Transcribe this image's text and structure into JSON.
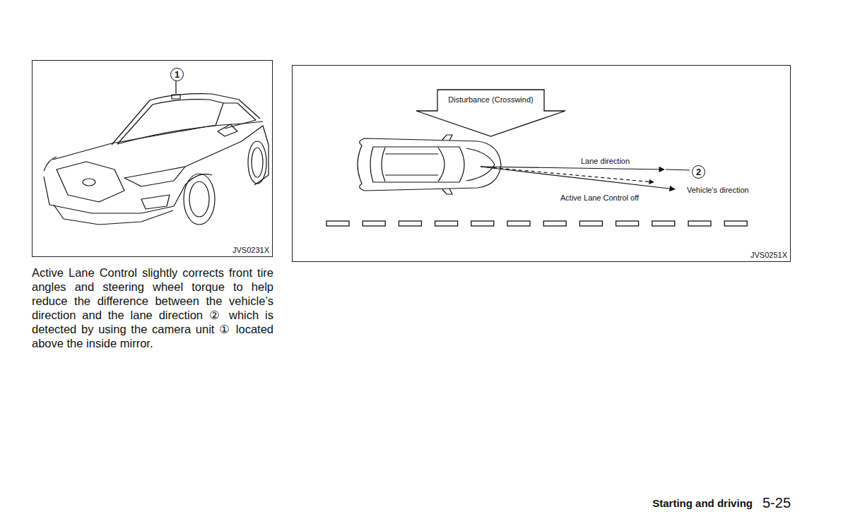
{
  "diagram": {
    "nodes": [
      {
        "text": [
          "JVS0231X"
        ]
      },
      {
        "text": [
          "1"
        ],
        "in": 0
      },
      {
        "text": [
          "JVS0251X"
        ]
      },
      {
        "text": [
          "Disturbance (Crosswind)"
        ],
        "in": 2
      },
      {
        "text": [
          "2"
        ],
        "in": 2
      }
    ],
    "labels": [
      "Lane direction",
      "Vehicle's direction",
      "Active Lane Control off",
      "Active Lane Control slightly corrects front tire angles and steering wheel torque to help reduce the difference between the vehicle’s direction and the lane direction ② which is detected by using the camera unit ① located above the inside mirror.",
      "Starting and driving",
      "5-25"
    ]
  }
}
